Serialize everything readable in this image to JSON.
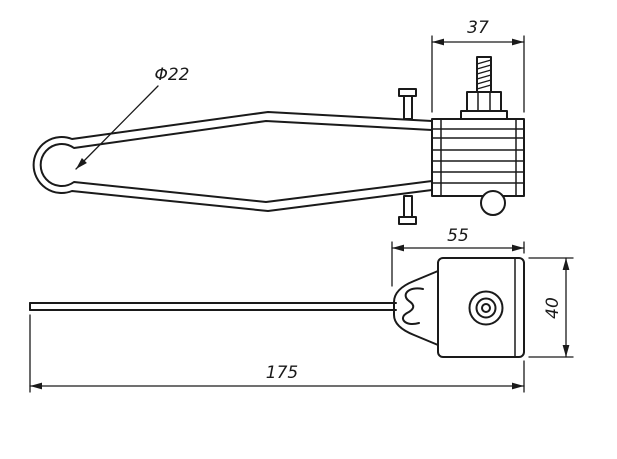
{
  "drawing": {
    "description": "Two-view engineering drawing of an anchor wedge clamp with wire bail loop",
    "background_color": "#ffffff",
    "line_color": "#1a1a1a",
    "dimensions": {
      "loop_diameter": "Φ22",
      "clamp_top_width": "37",
      "body_width": "55",
      "body_height": "40",
      "overall_length": "175"
    }
  }
}
